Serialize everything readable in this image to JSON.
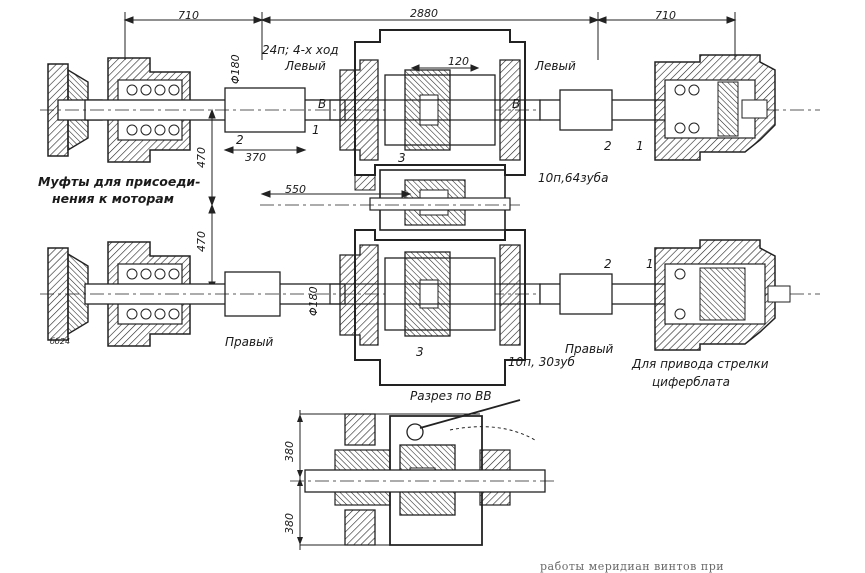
{
  "dimensions": {
    "top_left": "710",
    "top_middle": "2880",
    "top_right": "710",
    "gap_120": "120",
    "shaft_370": "370",
    "span_550": "550",
    "vertical_470_upper": "470",
    "vertical_470_lower": "470",
    "diameter_top": "Φ180",
    "diameter_bottom": "Φ180",
    "section_380_upper": "380",
    "section_380_lower": "380"
  },
  "labels": {
    "worm_spec": "24п; 4-х ход",
    "left_top": "Левый",
    "left_right": "Левый",
    "couplings_line1": "Муфты для присоеди-",
    "couplings_line2": "нения к моторам",
    "gear_top": "10п,64зуба",
    "gear_bottom": "10п, 30зуб",
    "right_bottom_left": "Правый",
    "right_bottom_right": "Правый",
    "dial_line1": "Для привода стрелки",
    "dial_line2": "циферблата",
    "section_title": "Разрез по ВВ",
    "mark_b_left": "B",
    "mark_b_right": "B",
    "small_mark": "бб24"
  },
  "part_numbers": {
    "top_1a": "1",
    "top_2a": "2",
    "top_1b": "1",
    "top_2b": "2",
    "top_3": "3",
    "bottom_2": "2",
    "bottom_1": "1",
    "bottom_3": "3"
  },
  "footer": {
    "faded_text": "работы меридиан винтов при"
  }
}
